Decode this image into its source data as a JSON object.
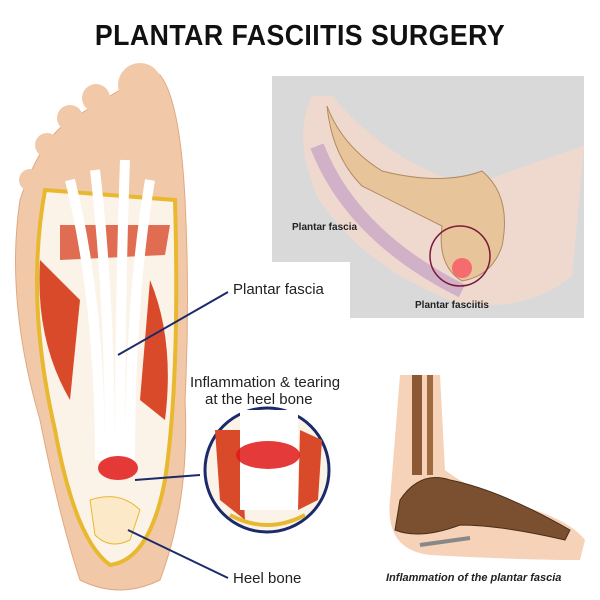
{
  "title": "PLANTAR FASCIITIS SURGERY",
  "left_diagram": {
    "labels": {
      "plantar_fascia": "Plantar fascia",
      "inflammation_line1": "Inflammation & tearing",
      "inflammation_line2": "at the heel bone",
      "heel_bone": "Heel bone"
    }
  },
  "top_right_image": {
    "labels": {
      "plantar_fascia": "Plantar fascia",
      "plantar_fasciitis": "Plantar fasciitis"
    }
  },
  "bottom_right_image": {
    "caption": "Inflammation of the plantar fascia"
  },
  "colors": {
    "leader_line": "#1a2a6b",
    "inflammation": "#e02020",
    "skin": "#f2c9a8",
    "bone": "#e8c9a0"
  }
}
